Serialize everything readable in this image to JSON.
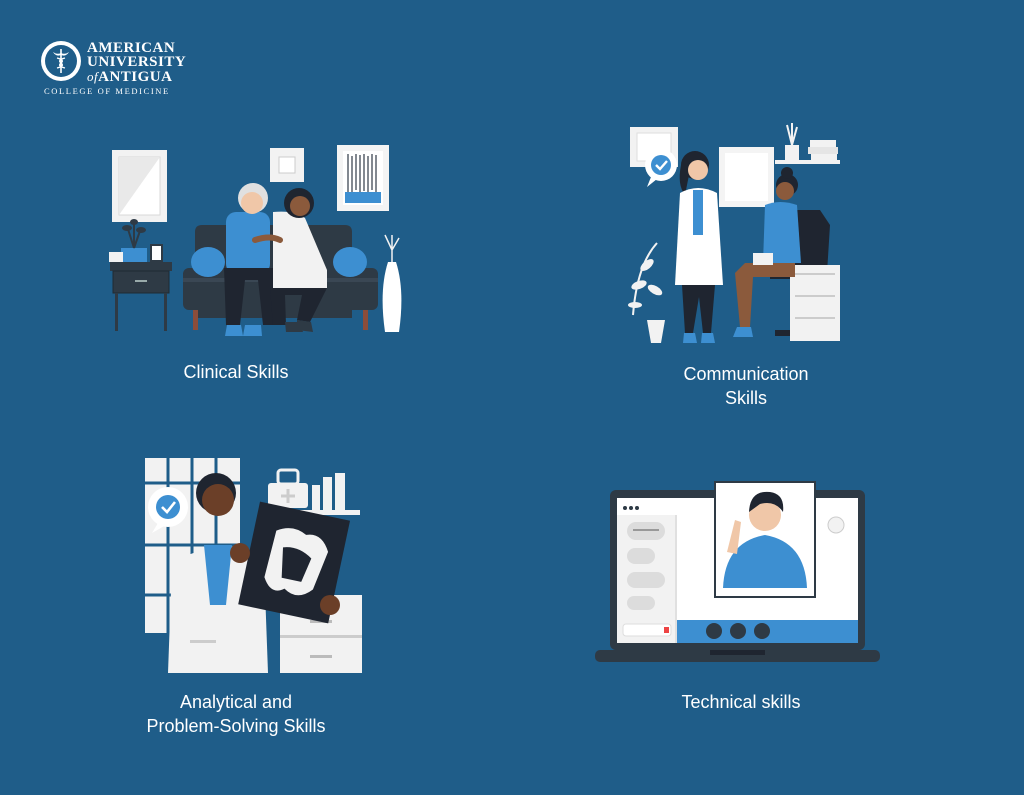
{
  "logo": {
    "line1": "AMERICAN",
    "line2": "UNIVERSITY",
    "line3_prefix": "of",
    "line3": "ANTIGUA",
    "line4": "COLLEGE OF MEDICINE",
    "icon": "caduceus-seal-icon"
  },
  "skills": [
    {
      "line1": "Clinical Skills",
      "line2": ""
    },
    {
      "line1": "Communication",
      "line2": "Skills"
    },
    {
      "line1": "Analytical and",
      "line2": "Problem-Solving Skills"
    },
    {
      "line1": "Technical skills",
      "line2": ""
    }
  ],
  "colors": {
    "background": "#1f5d89",
    "accent": "#3d8fd1",
    "dark": "#2e3a45",
    "light": "#f2f2f2"
  }
}
